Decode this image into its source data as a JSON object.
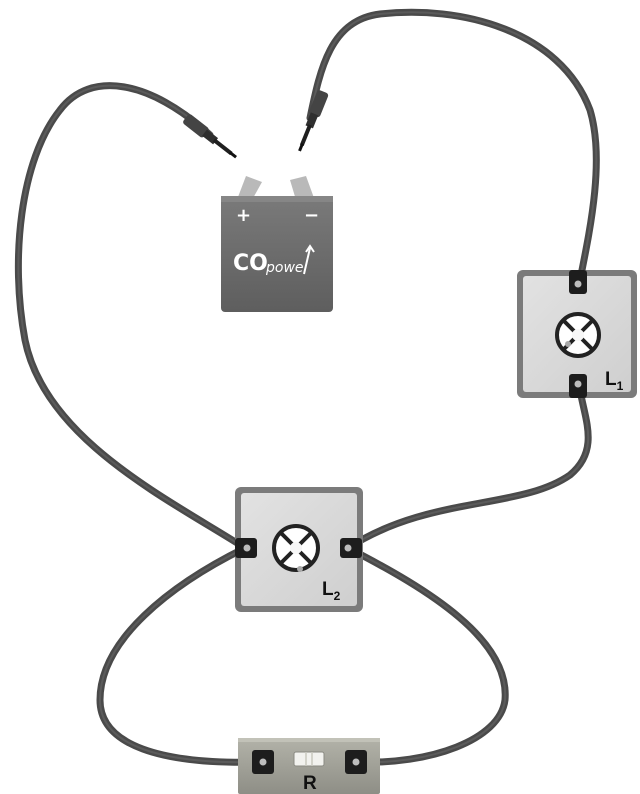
{
  "battery": {
    "plus": "+",
    "minus": "−",
    "brand_co": "CO",
    "brand_power": "powe"
  },
  "lamp1": {
    "label": "L",
    "subscript": "1"
  },
  "lamp2": {
    "label": "L",
    "subscript": "2"
  },
  "resistor": {
    "label": "R"
  },
  "colors": {
    "wire": "#4a4a4a",
    "battery": "#6e6e6e",
    "module_frame": "#7b7b7b",
    "module_face": "#d9d9d9",
    "resistor_body": "#a4a49a"
  }
}
